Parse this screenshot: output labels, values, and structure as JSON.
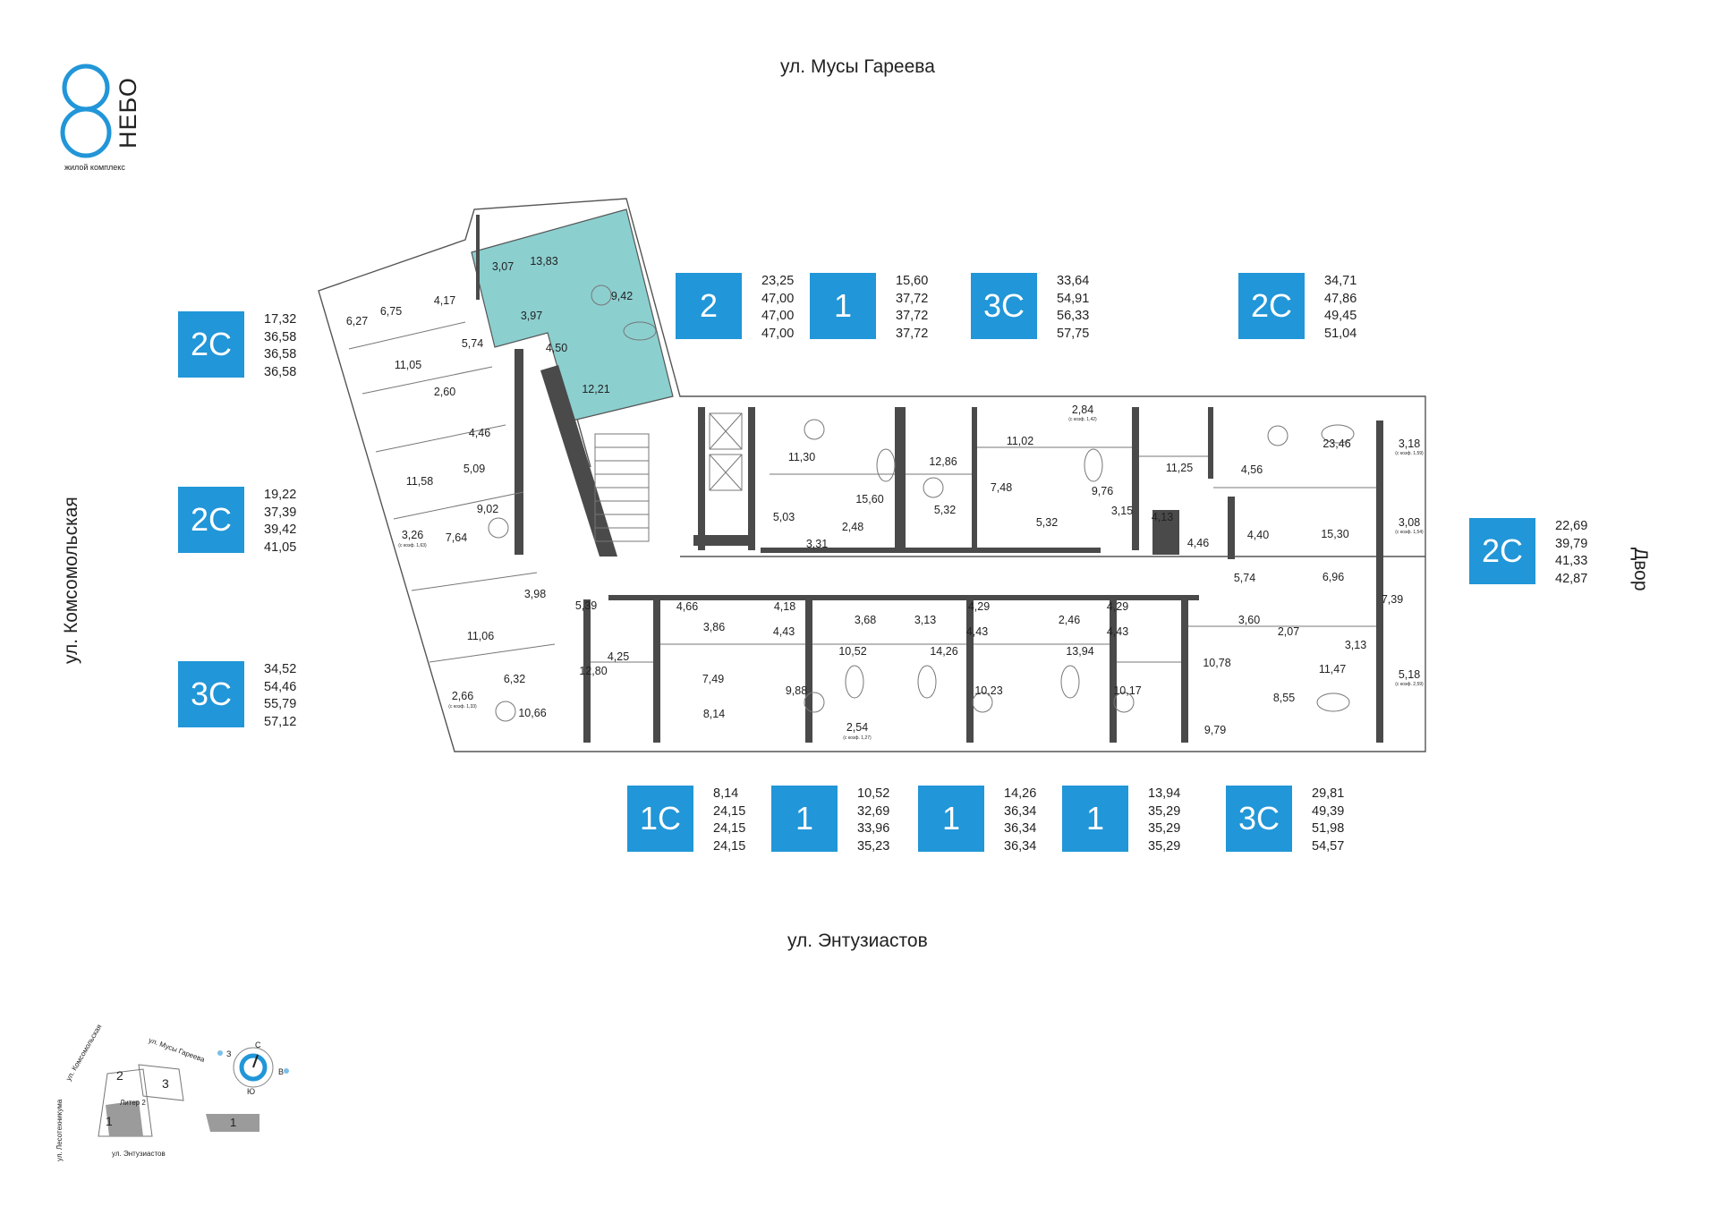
{
  "logo": {
    "brand": "НЕБО",
    "subtitle": "жилой комплекс",
    "color": "#2196d8"
  },
  "streets": {
    "north": "ул. Мусы Гареева",
    "south": "ул. Энтузиастов",
    "west": "ул. Комсомольская",
    "east": "Двор"
  },
  "colors": {
    "badge": "#2196d8",
    "highlight": "#8ccfcf",
    "wall": "#4a4a4a"
  },
  "units": [
    {
      "type": "2С",
      "areas": [
        "17,32",
        "36,58",
        "36,58",
        "36,58"
      ]
    },
    {
      "type": "2С",
      "areas": [
        "19,22",
        "37,39",
        "39,42",
        "41,05"
      ]
    },
    {
      "type": "3С",
      "areas": [
        "34,52",
        "54,46",
        "55,79",
        "57,12"
      ]
    },
    {
      "type": "2",
      "areas": [
        "23,25",
        "47,00",
        "47,00",
        "47,00"
      ]
    },
    {
      "type": "1",
      "areas": [
        "15,60",
        "37,72",
        "37,72",
        "37,72"
      ]
    },
    {
      "type": "3С",
      "areas": [
        "33,64",
        "54,91",
        "56,33",
        "57,75"
      ]
    },
    {
      "type": "2С",
      "areas": [
        "34,71",
        "47,86",
        "49,45",
        "51,04"
      ]
    },
    {
      "type": "2С",
      "areas": [
        "22,69",
        "39,79",
        "41,33",
        "42,87"
      ]
    },
    {
      "type": "1С",
      "areas": [
        "8,14",
        "24,15",
        "24,15",
        "24,15"
      ]
    },
    {
      "type": "1",
      "areas": [
        "10,52",
        "32,69",
        "33,96",
        "35,23"
      ]
    },
    {
      "type": "1",
      "areas": [
        "14,26",
        "36,34",
        "36,34",
        "36,34"
      ]
    },
    {
      "type": "1",
      "areas": [
        "13,94",
        "35,29",
        "35,29",
        "35,29"
      ]
    },
    {
      "type": "3С",
      "areas": [
        "29,81",
        "49,39",
        "51,98",
        "54,57"
      ]
    }
  ],
  "rooms": {
    "r01": "3,07",
    "r02": "13,83",
    "r03": "9,42",
    "r04": "3,97",
    "r05": "4,50",
    "r06": "12,21",
    "r07": "6,27",
    "r08": "6,75",
    "r09": "4,17",
    "r10": "5,74",
    "r11": "11,05",
    "r12": "2,60",
    "r13": "4,46",
    "r14": "11,58",
    "r15": "5,09",
    "r16": "9,02",
    "r17": "7,64",
    "r18": "3,26",
    "r19": "3,98",
    "r20": "11,06",
    "r21": "6,32",
    "r22": "10,66",
    "r23": "2,66",
    "r24": "5,39",
    "r25": "4,25",
    "r26": "12,80",
    "r27": "4,66",
    "r28": "3,86",
    "r29": "7,49",
    "r30": "8,14",
    "r31": "4,18",
    "r32": "4,43",
    "r33": "9,88",
    "r34": "3,68",
    "r35": "10,52",
    "r36": "2,54",
    "r37": "3,13",
    "r38": "14,26",
    "r39": "4,29",
    "r40": "4,43",
    "r41": "10,23",
    "r42": "2,46",
    "r43": "13,94",
    "r44": "4,29",
    "r45": "4,43",
    "r46": "10,17",
    "r47": "3,60",
    "r48": "2,07",
    "r49": "10,78",
    "r50": "9,79",
    "r51": "8,55",
    "r52": "3,13",
    "r53": "11,47",
    "r54": "5,18",
    "r55": "11,30",
    "r56": "5,03",
    "r57": "15,60",
    "r58": "3,31",
    "r59": "2,48",
    "r60": "12,86",
    "r61": "5,32",
    "r62": "11,02",
    "r63": "7,48",
    "r64": "5,32",
    "r65": "2,84",
    "r66": "9,76",
    "r67": "3,15",
    "r68": "4,13",
    "r69": "11,25",
    "r70": "4,56",
    "r71": "4,46",
    "r72": "4,40",
    "r73": "23,46",
    "r74": "3,18",
    "r75": "15,30",
    "r76": "3,08",
    "r77": "5,74",
    "r78": "6,96",
    "r79": "7,39"
  },
  "coef_notes": {
    "c1": "(с коэф. 1,63)",
    "c2": "(с коэф. 1,33)",
    "c3": "(с коэф. 1,27)",
    "c4": "(с коэф. 1,42)",
    "c5": "(с коэф. 1,59)",
    "c6": "(с коэф. 1,54)",
    "c7": "(с коэф. 2,59)"
  },
  "minimap": {
    "street_komsomolskaya": "ул. Комсомольская",
    "street_gareeva": "ул. Мусы Гареева",
    "street_lesotekhnikuma": "ул. Лесотехникума",
    "street_entuziastov": "ул. Энтузиастов",
    "b1": "1",
    "b2": "2",
    "b3": "3",
    "liter": "Литер 2",
    "b1_small": "1"
  },
  "compass": {
    "n": "С",
    "s": "Ю",
    "w": "З",
    "e": "В"
  }
}
